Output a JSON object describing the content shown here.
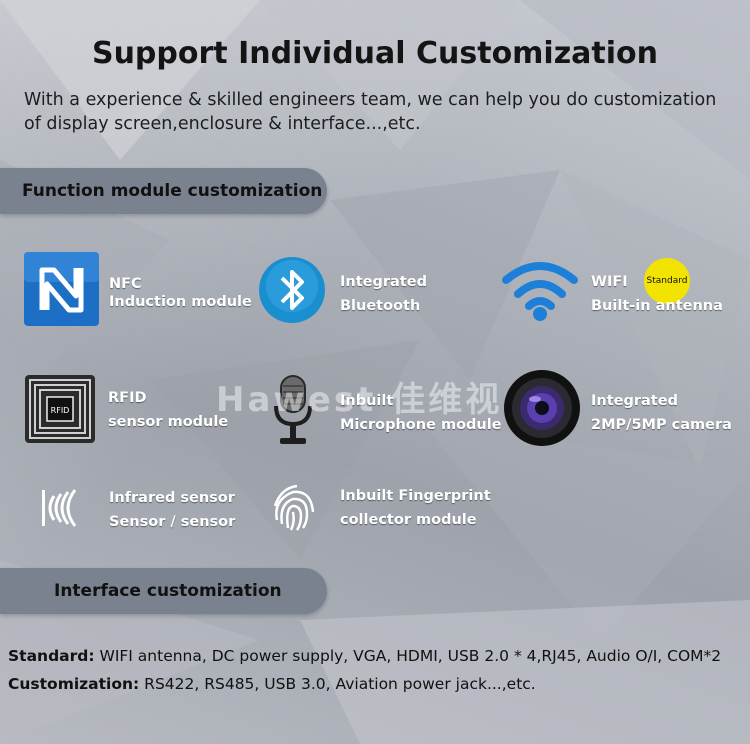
{
  "title": "Support Individual Customization",
  "intro": "With a experience & skilled engineers team, we can help you do customization of display screen,enclosure & interface...,etc.",
  "function_section": {
    "heading": "Function module customization",
    "modules": [
      {
        "icon": "nfc-icon",
        "line1": "NFC",
        "line2": "Induction module"
      },
      {
        "icon": "bluetooth-icon",
        "line1": "Integrated",
        "line2": "Bluetooth"
      },
      {
        "icon": "wifi-icon",
        "line1": "WIFI",
        "line2": "Built-in antenna",
        "badge": "Standard"
      },
      {
        "icon": "rfid-icon",
        "line1": "RFID",
        "line2": "sensor module"
      },
      {
        "icon": "microphone-icon",
        "line1": "Inbuilt",
        "line2": "Microphone module"
      },
      {
        "icon": "camera-lens-icon",
        "line1": "Integrated",
        "line2": "2MP/5MP camera"
      },
      {
        "icon": "infrared-sensor-icon",
        "line1": "Infrared sensor",
        "line2": "Sensor / sensor"
      },
      {
        "icon": "fingerprint-icon",
        "line1": "Inbuilt Fingerprint",
        "line2": "collector module"
      }
    ]
  },
  "watermark": "Hawest 佳维视",
  "interface_section": {
    "heading": "Interface customization",
    "standard_label": "Standard:",
    "standard_value": " WIFI antenna, DC power supply, VGA, HDMI, USB 2.0 * 4,RJ45, Audio O/I, COM*2",
    "custom_label": "Customization:",
    "custom_value": " RS422, RS485, USB 3.0, Aviation power jack...,etc."
  },
  "colors": {
    "banner": "#7a828f",
    "badge": "#f2e400",
    "bluetooth": "#1a8fd0",
    "wifi": "#1e7fd8",
    "nfc": "#1d6fc6"
  }
}
